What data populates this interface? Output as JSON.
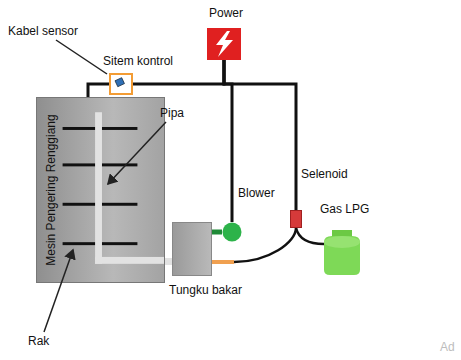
{
  "diagram": {
    "nodes": [
      {
        "text": [
          "Mesin Pengering Renggiang"
        ]
      },
      {
        "text": [
          "Sitem kontrol"
        ]
      },
      {
        "text": [
          "Power"
        ]
      },
      {
        "text": [
          "Blower"
        ]
      },
      {
        "text": [
          "Tungku bakar"
        ]
      },
      {
        "text": [
          "Selenoid"
        ]
      },
      {
        "text": [
          "Gas LPG"
        ]
      }
    ],
    "edges": [
      {
        "from": 0,
        "to": 1,
        "arrow": "none"
      },
      {
        "from": 1,
        "to": 2,
        "arrow": "none"
      },
      {
        "from": 2,
        "to": 3,
        "arrow": "none"
      },
      {
        "from": 2,
        "to": 5,
        "arrow": "none"
      },
      {
        "from": 0,
        "to": 4,
        "arrow": "none"
      },
      {
        "from": 4,
        "to": 3,
        "arrow": "none"
      },
      {
        "from": 4,
        "to": 5,
        "arrow": "none"
      },
      {
        "from": 5,
        "to": 6,
        "arrow": "none"
      }
    ],
    "labels": [
      "Kabel sensor",
      "Pipa",
      "Rak",
      "Ad"
    ]
  }
}
